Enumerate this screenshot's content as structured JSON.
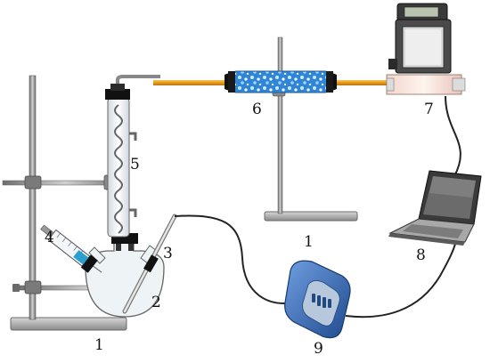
{
  "labels": {
    "stand_left": "1",
    "flask": "2",
    "thermometer": "3",
    "syringe": "4",
    "condenser": "5",
    "drying_tube": "6",
    "flow_meter": "7",
    "laptop": "8",
    "data_logger": "9",
    "stand_middle": "1"
  },
  "colors": {
    "metal": "#9a9a9a",
    "metal_dark": "#5e5e5e",
    "glass": "#e8eef2",
    "tube_orange": "#f0a020",
    "desiccant_blue": "#3a8fd8",
    "device_blue": "#2f5fa8",
    "cable": "#222222"
  }
}
